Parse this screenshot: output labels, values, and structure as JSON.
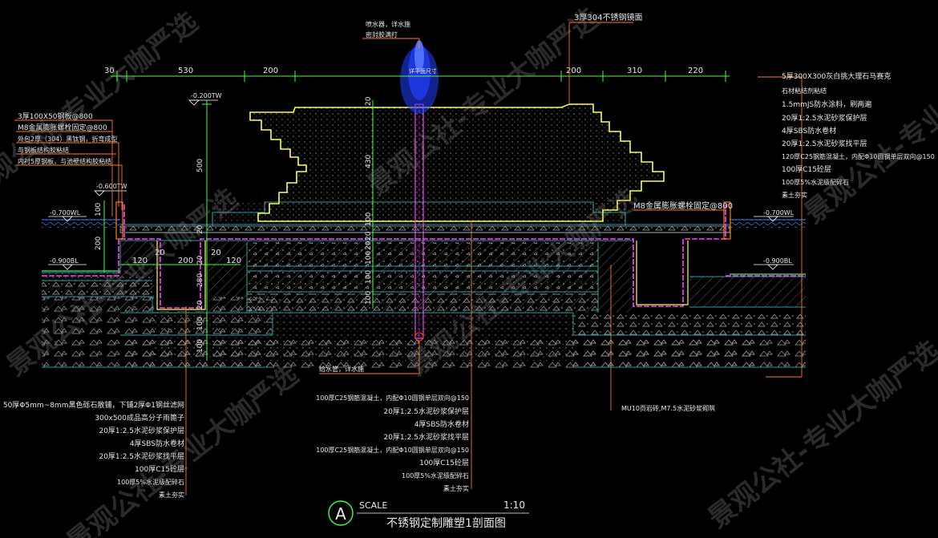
{
  "dimensions_top": [
    "30",
    "530",
    "200",
    "200",
    "310",
    "220"
  ],
  "dim_top_center": "详平面尺寸",
  "fountain_note": [
    "喷水器，详水施",
    "密封胶满打"
  ],
  "right_top_label": "3厚304不锈钢镜面",
  "right_notes": [
    "5厚300X300灰白挑大理石马赛克",
    "石材粘结剂粘结",
    "1.5mmJS防水涂料，刷两遍",
    "20厚1:2.5水泥砂浆保护层",
    "4厚SBS防水卷材",
    "20厚1:2.5水泥砂浆找平层",
    "120厚C25钢筋混凝土，内配Φ10圆钢单层双向@150",
    "100厚C15砼层",
    "100厚5%水泥级配碎石",
    "素土夯实"
  ],
  "left_top_notes": [
    "3厚100X50钢板@800",
    "M8金属膨胀螺栓固定@800",
    "外包2厚（304）黑钛钢，折弯成型",
    "与钢板结构胶粘结",
    "内衬5厚钢板，与池壁结构胶粘结"
  ],
  "levels": {
    "tw_left": "-0.200TW",
    "tw_left2": "-0.600TW",
    "wl_left": "-0.700WL",
    "bl_left": "-0.900BL",
    "wl_right": "-0.700WL",
    "bl_right": "-0.900BL"
  },
  "anchor_note_right": "M8金属膨胀螺栓固定@800",
  "vertical_dims_left": [
    "500",
    "100",
    "200",
    "20",
    "20",
    "280",
    "20",
    "100",
    "100"
  ],
  "horizontal_dims_left": [
    "120",
    "20",
    "200",
    "20",
    "120"
  ],
  "vertical_dims_center": [
    "20",
    "430",
    "100",
    "20",
    "20",
    "100",
    "100",
    "100"
  ],
  "pipe_note": "给水管，详水施",
  "mu10_note": "MU10页岩砖,M7.5水泥砂浆砌筑",
  "left_bottom_notes": [
    "50厚Φ5mm~8mm黑色砾石散铺，下铺2厚Φ1钢丝滤网",
    "300x500成品高分子雨篦子",
    "20厚1:2.5水泥砂浆保护层",
    "4厚SBS防水卷材",
    "20厚1:2.5水泥砂浆找平层",
    "100厚C15砼层",
    "100厚5%水泥级配碎石",
    "素土夯实"
  ],
  "center_bottom_notes": [
    "100厚C25钢筋混凝土，内配Φ10圆钢单层双向@150",
    "20厚1:2.5水泥砂浆保护层",
    "4厚SBS防水卷材",
    "20厚1:2.5水泥砂浆找平层",
    "100厚C25钢筋混凝土，内配Φ10圆钢单层双向@150",
    "100厚C15砼层",
    "100厚5%水泥级配碎石",
    "素土夯实"
  ],
  "title": {
    "circle": "A",
    "scale_label": "SCALE",
    "scale_value": "1:10",
    "name": "不锈钢定制雕塑1剖面图"
  },
  "watermark": "景观公社-专业大咖严选",
  "colors": {
    "dim": "#40ff40",
    "note": "#ffffff",
    "steel": "#ffff40",
    "leader": "#ff7a1a",
    "waterproof": "#ff40ff",
    "water": "#4080ff",
    "fountain": "#2040ff",
    "concrete": "#28a0a0",
    "hatch": "#707070"
  }
}
